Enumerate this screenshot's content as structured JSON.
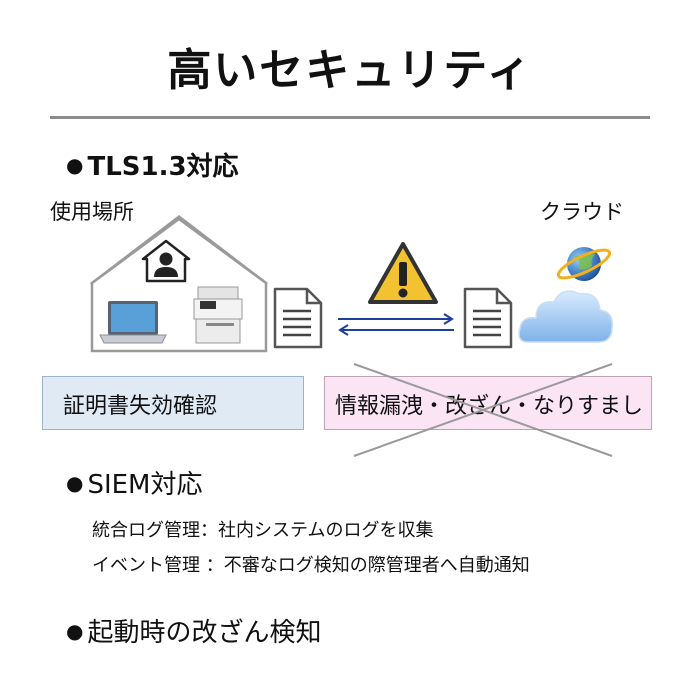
{
  "title": "高いセキュリティ",
  "bullet_symbol": "●",
  "sections": {
    "tls": {
      "label": "TLS1.3対応"
    },
    "siem": {
      "label": "SIEM対応",
      "items": [
        {
          "text": "統合ログ管理：社内システムのログを収集"
        },
        {
          "text": "イベント管理 ：不審なログ検知の際管理者へ自動通知"
        }
      ]
    },
    "boot": {
      "label": "起動時の改ざん検知"
    }
  },
  "diagram": {
    "location_label": "使用場所",
    "cloud_label": "クラウド",
    "cert_check": "証明書失効確認",
    "leak_text": "情報漏洩・改ざん・なりすまし",
    "warning_symbol": "!"
  },
  "colors": {
    "cert_box_bg": "#dfeaf5",
    "leak_box_bg": "#fbe5f5",
    "warning_yellow": "#f2c230",
    "arrow_blue": "#1f3f9c",
    "cloud_blue": "#7fb2e8",
    "monitor_blue": "#5aa0d8"
  }
}
